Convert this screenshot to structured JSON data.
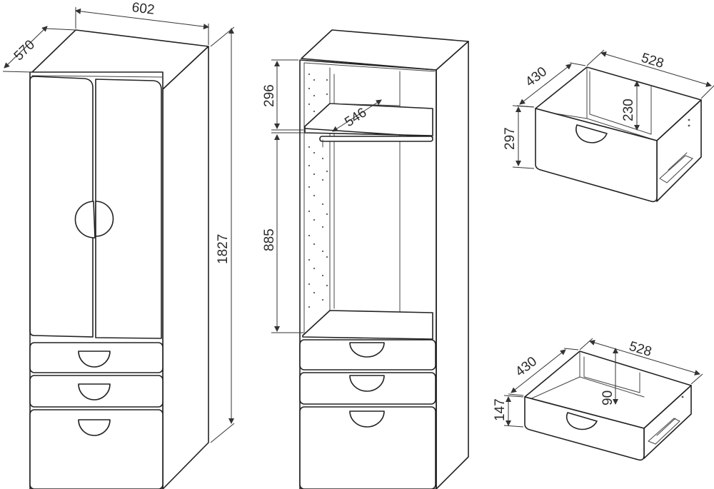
{
  "dimensions": {
    "wardrobe_width": "602",
    "wardrobe_depth": "570",
    "wardrobe_height": "1827",
    "upper_shelf_height": "296",
    "shelf_depth": "546",
    "hanging_height": "885",
    "large_drawer_width": "528",
    "large_drawer_depth": "430",
    "large_drawer_height": "297",
    "large_drawer_inner_height": "230",
    "small_drawer_width": "528",
    "small_drawer_depth": "430",
    "small_drawer_height": "147",
    "small_drawer_inner_height": "90"
  },
  "colors": {
    "line": "#222222",
    "dimension": "#333333",
    "background": "#ffffff"
  }
}
